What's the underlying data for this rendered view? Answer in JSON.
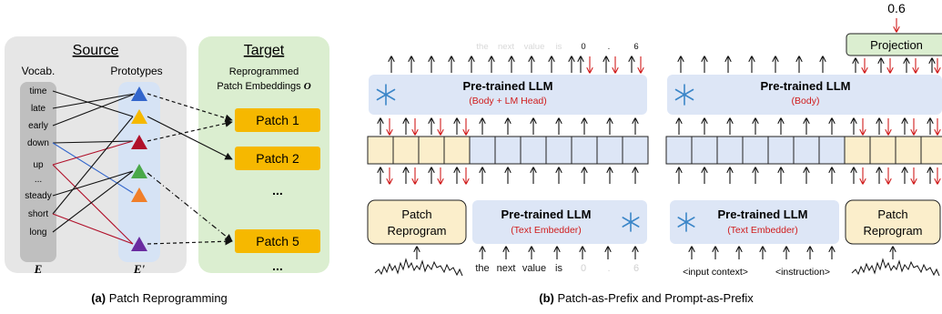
{
  "panel_a": {
    "source_title": "Source",
    "target_title": "Target",
    "vocab_label": "Vocab.",
    "prototypes_label": "Prototypes",
    "reprogrammed_label_1": "Reprogrammed",
    "reprogrammed_label_2": "Patch Embeddings",
    "reprogrammed_symbol": "O",
    "words": [
      "time",
      "late",
      "early",
      "down",
      "up",
      "...",
      "steady",
      "short",
      "long"
    ],
    "E_label": "E",
    "E_prime_label": "E'",
    "patches": [
      "Patch 1",
      "Patch 2",
      "...",
      "Patch 5",
      "..."
    ],
    "prototype_colors": [
      "#3366cc",
      "#f5b800",
      "#b0102a",
      "#4aa84a",
      "#f07f2a",
      "#6a2ca0"
    ],
    "caption_bold": "(a)",
    "caption_text": "Patch Reprogramming"
  },
  "panel_b": {
    "left_top_tokens": [
      "the",
      "next",
      "value",
      "is",
      "0",
      ".",
      "6"
    ],
    "left_llm_title": "Pre-trained LLM",
    "left_llm_sub": "(Body + LM Head)",
    "patch_reprogram_1": "Patch",
    "patch_reprogram_2": "Reprogram",
    "embedder_title": "Pre-trained LLM",
    "embedder_sub": "(Text Embedder)",
    "left_bottom_tokens": [
      "the",
      "next",
      "value",
      "is",
      "0",
      ".",
      "6"
    ],
    "right_output": "0.6",
    "projection_label": "Projection",
    "right_llm_title": "Pre-trained LLM",
    "right_llm_sub": "(Body)",
    "right_embedder_title": "Pre-trained LLM",
    "right_embedder_sub": "(Text Embedder)",
    "right_patch_1": "Patch",
    "right_patch_2": "Reprogram",
    "input_context": "<input context>",
    "instruction": "<instruction>",
    "caption_bold": "(b)",
    "caption_text": "Patch-as-Prefix and Prompt-as-Prefix"
  },
  "colors": {
    "red": "#d01c1c",
    "llm_blue": "#dde6f6",
    "target_green": "#dbeed0",
    "source_gray": "#e6e6e6",
    "patch_orange": "#f6b800",
    "reprogram_beige": "#fbeecb",
    "snowflake": "#3b86c8"
  }
}
